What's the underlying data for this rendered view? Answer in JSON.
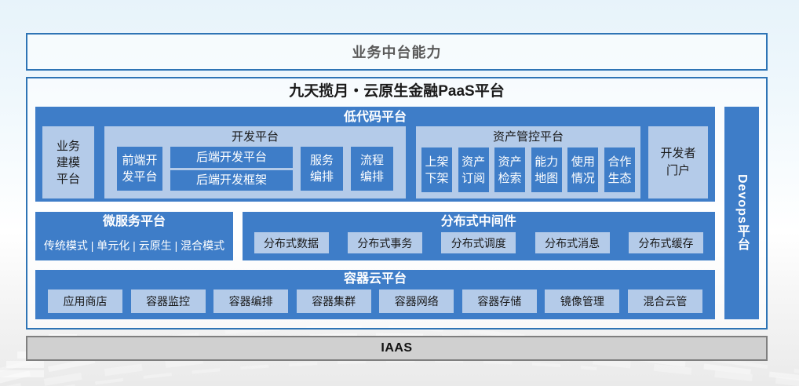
{
  "colors": {
    "band_blue": "#3e7dc8",
    "light_blue": "#b4cbe9",
    "frame_border_blue": "#2e74b5",
    "iaas_fill": "#d0d0d0",
    "iaas_border": "#7f7f7f"
  },
  "top_banner": {
    "label": "业务中台能力"
  },
  "platform": {
    "title": "九天揽月・云原生金融PaaS平台",
    "low_code": {
      "title": "低代码平台",
      "business_modeling": {
        "label": "业务\n建模\n平台"
      },
      "dev_platform": {
        "title": "开发平台",
        "frontend": "前端开\n发平台",
        "backend_platform": "后端开发平台",
        "backend_framework": "后端开发框架",
        "service_orchestration": "服务\n编排",
        "process_orchestration": "流程\n编排"
      },
      "asset_platform": {
        "title": "资产管控平台",
        "items": [
          "上架\n下架",
          "资产\n订阅",
          "资产\n检索",
          "能力\n地图",
          "使用\n情况",
          "合作\n生态"
        ]
      },
      "developer_portal": {
        "label": "开发者\n门户"
      }
    },
    "microservice": {
      "title": "微服务平台",
      "subtitle": "传统模式 | 单元化 | 云原生 | 混合模式"
    },
    "middleware": {
      "title": "分布式中间件",
      "items": [
        "分布式数据",
        "分布式事务",
        "分布式调度",
        "分布式消息",
        "分布式缓存"
      ]
    },
    "container": {
      "title": "容器云平台",
      "items": [
        "应用商店",
        "容器监控",
        "容器编排",
        "容器集群",
        "容器网络",
        "容器存储",
        "镜像管理",
        "混合云管"
      ]
    },
    "devops": {
      "label": "Devops平台"
    }
  },
  "iaas": {
    "label": "IAAS"
  }
}
